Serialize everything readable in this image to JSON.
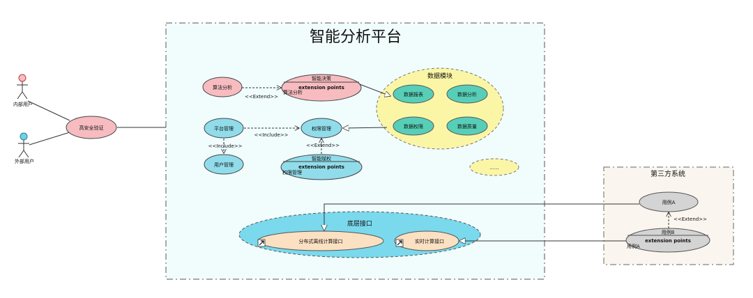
{
  "platform": {
    "title": "智能分析平台"
  },
  "actors": {
    "internal": "内部用户",
    "external": "外部用户"
  },
  "auth": {
    "label": "高安全验证"
  },
  "usecases": {
    "algo_analysis": "算法分析",
    "platform_mgmt": "平台管理",
    "user_mgmt": "用户管理",
    "perm_mgmt": "权限管理",
    "ellipsis": "......"
  },
  "ext_decision": {
    "title": "智能决策",
    "points": "extension points",
    "item": "算法分析"
  },
  "ext_grant": {
    "title": "智能赋权",
    "points": "extension points",
    "item": "权限管理"
  },
  "data_module": {
    "title": "数据模块",
    "items": [
      "数据报表",
      "数据分析",
      "数据权限",
      "数据质量"
    ]
  },
  "relations": {
    "extend": "<<Extend>>",
    "include": "<<Include>>",
    "include_lower": "<<Include>>",
    "extend_lower": "<<Extend>>"
  },
  "bottom": {
    "title": "底层接口",
    "offline": "分布式离线计算接口",
    "realtime": "实时计算接口"
  },
  "third_party": {
    "title": "第三方系统",
    "case_a": "用例A",
    "case_b_title": "用例B",
    "case_b_points": "extension points",
    "case_b_item": "用例A",
    "extend": "<<Extend>>"
  },
  "colors": {
    "pink": "#f7bcc0",
    "cyan": "#91dcea",
    "yellow": "#fbf6a6",
    "peach": "#fbe0c2",
    "gray": "#d4d4d4"
  }
}
